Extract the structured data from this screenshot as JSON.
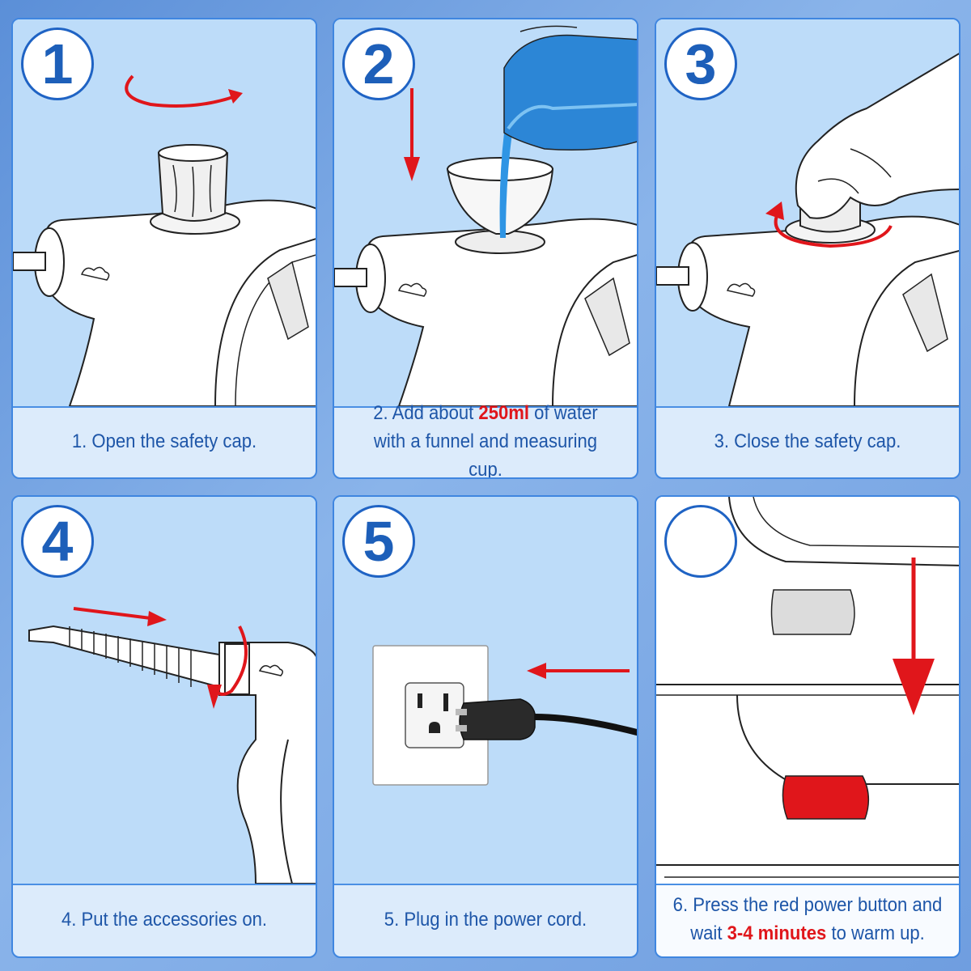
{
  "colors": {
    "panel_border": "#3f86e0",
    "panel_art_bg": "#bddcf9",
    "caption_bg": "#dcebfb",
    "caption_text": "#1e56a8",
    "highlight_red": "#e0161b",
    "badge_number": "#1d5fb9"
  },
  "steps": [
    {
      "number": "1",
      "caption_pre": "1. Open the safety cap.",
      "caption_hl": "",
      "caption_post": ""
    },
    {
      "number": "2",
      "caption_pre": "2. Add about ",
      "caption_hl": "250ml",
      "caption_post": " of water with a funnel and measuring cup."
    },
    {
      "number": "3",
      "caption_pre": "3. Close the safety cap.",
      "caption_hl": "",
      "caption_post": ""
    },
    {
      "number": "4",
      "caption_pre": "4. Put the accessories on.",
      "caption_hl": "",
      "caption_post": ""
    },
    {
      "number": "5",
      "caption_pre": "5. Plug in the power cord.",
      "caption_hl": "",
      "caption_post": ""
    },
    {
      "number": "",
      "caption_pre": "6. Press the red power button and wait ",
      "caption_hl": "3-4 minutes",
      "caption_post": " to warm up."
    }
  ]
}
